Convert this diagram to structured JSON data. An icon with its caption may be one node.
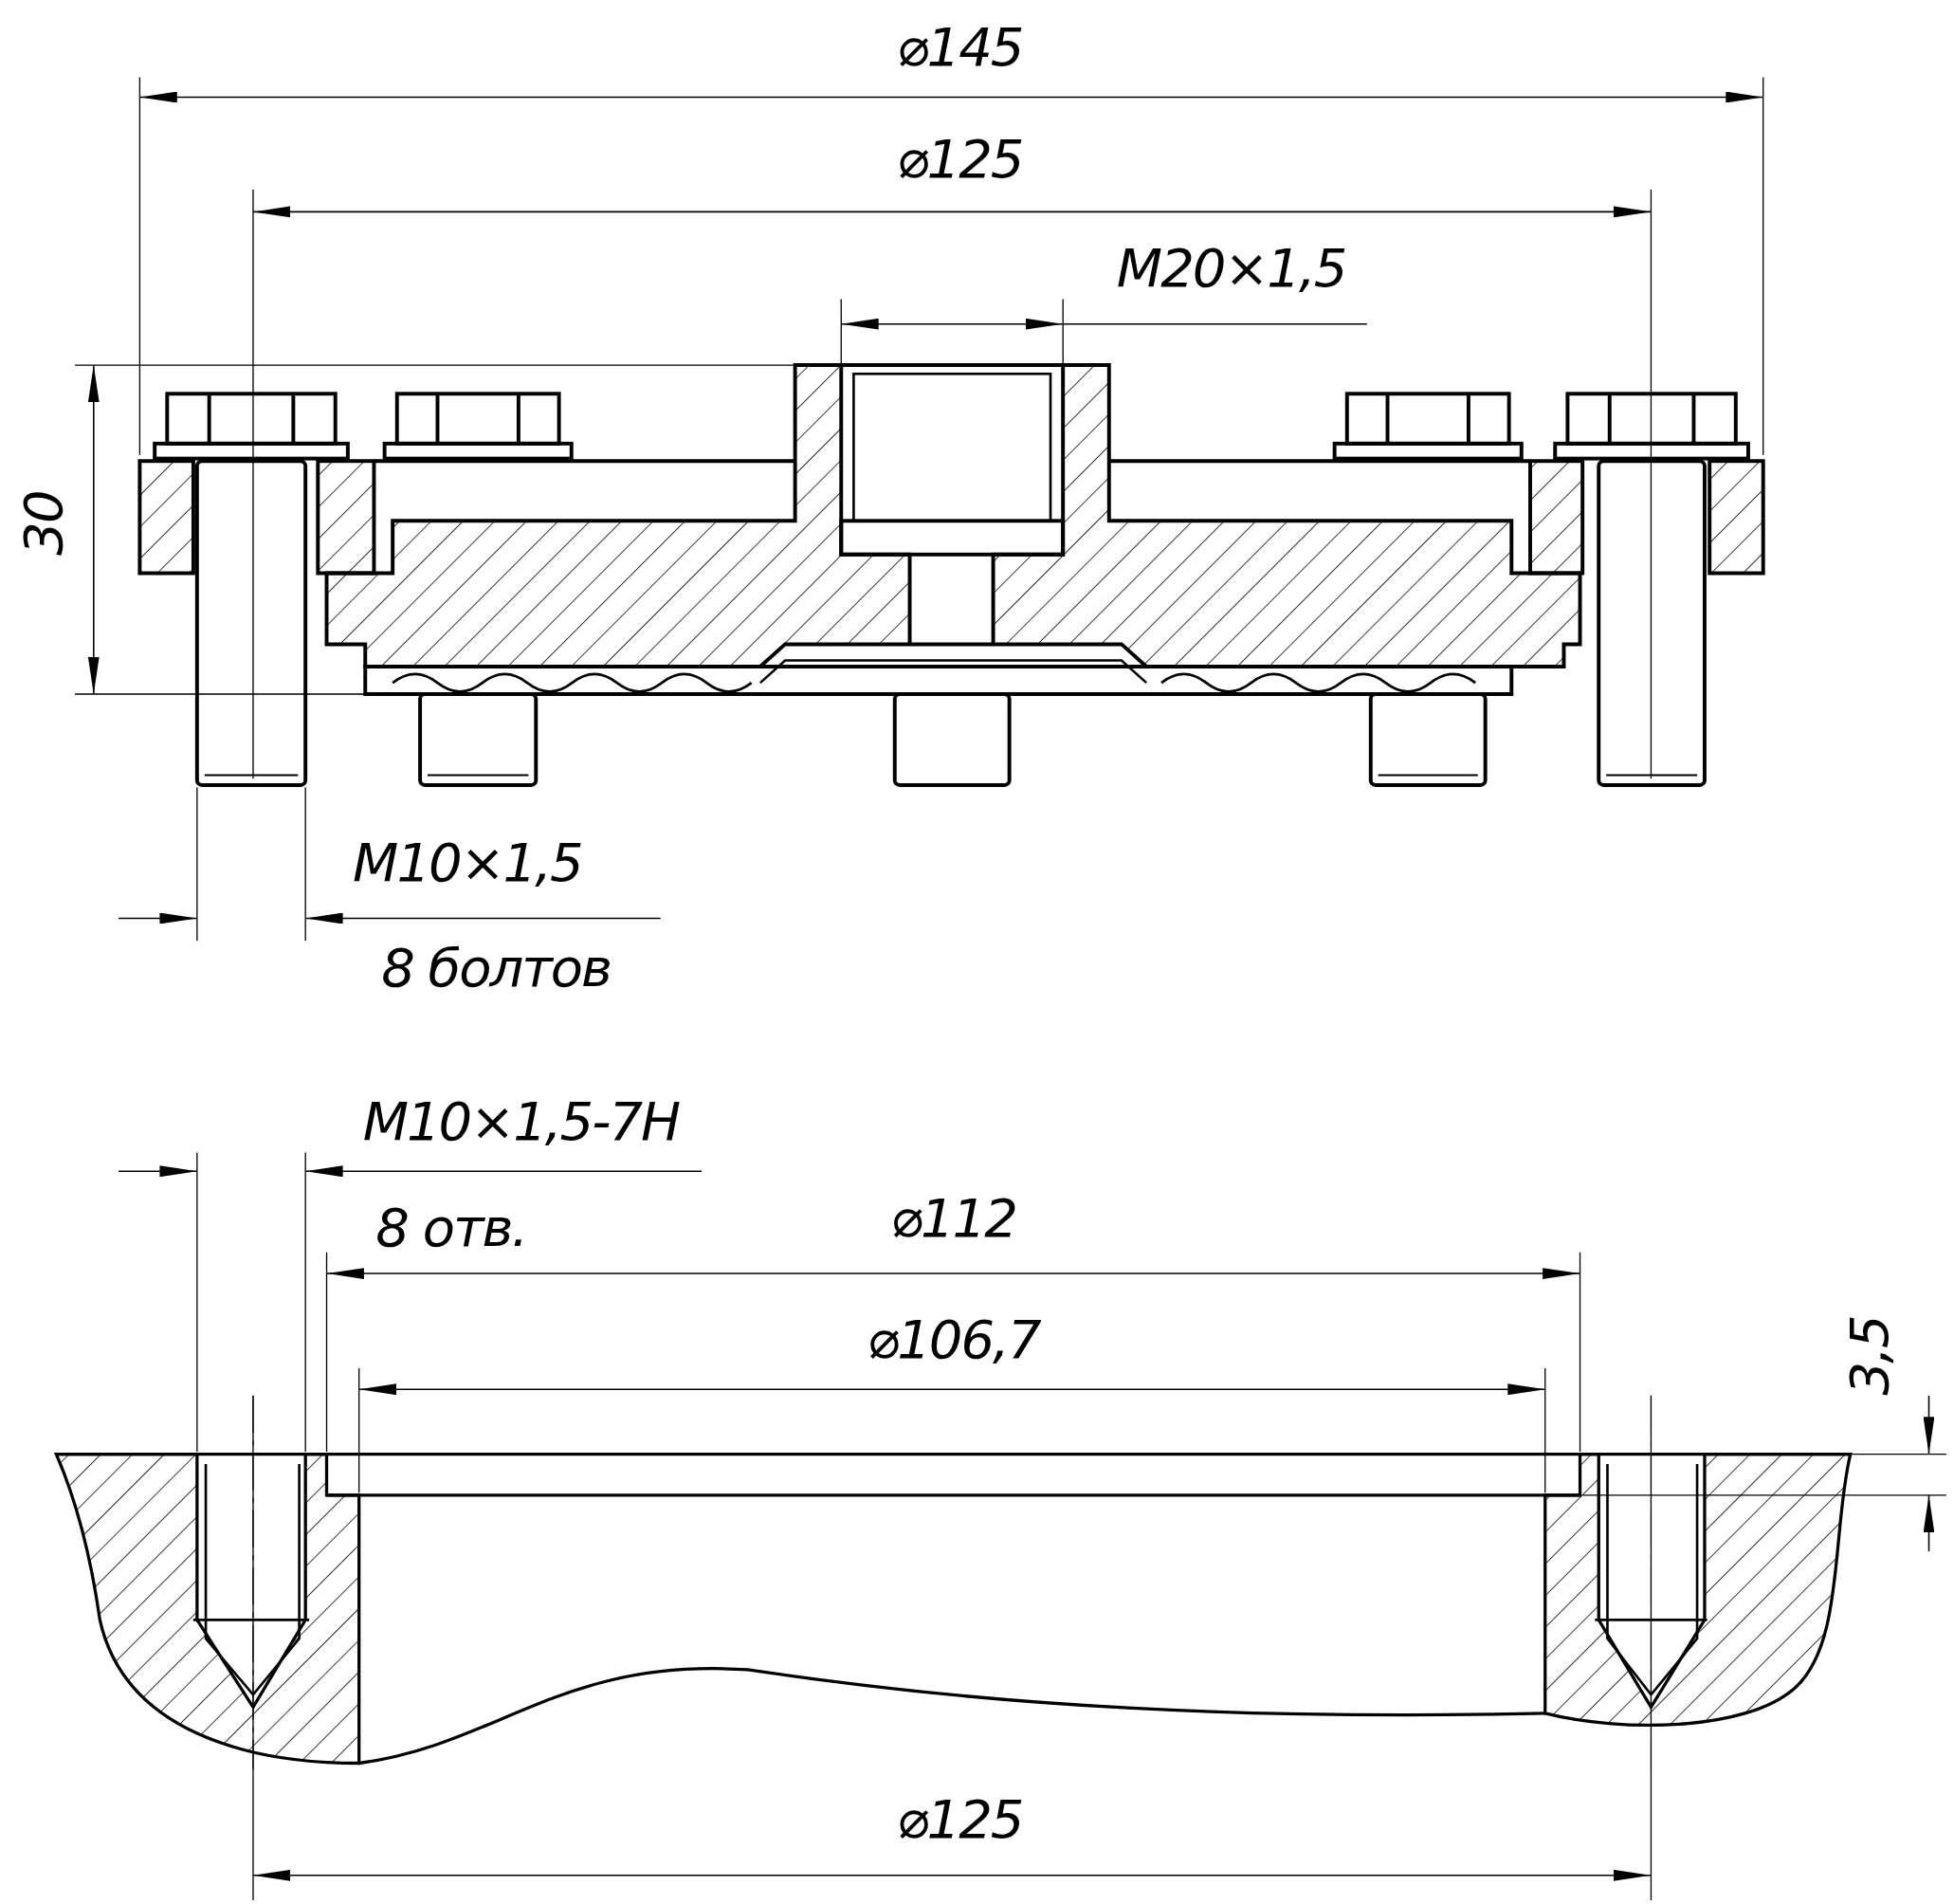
{
  "diagram": {
    "labels": [
      "⌀145",
      "⌀125",
      "M20×1,5",
      "30",
      "M10×1,5",
      "8 болтов",
      "M10×1,5-7H",
      "8 отв.",
      "⌀112",
      "⌀106,7",
      "3,5",
      "⌀125"
    ]
  }
}
